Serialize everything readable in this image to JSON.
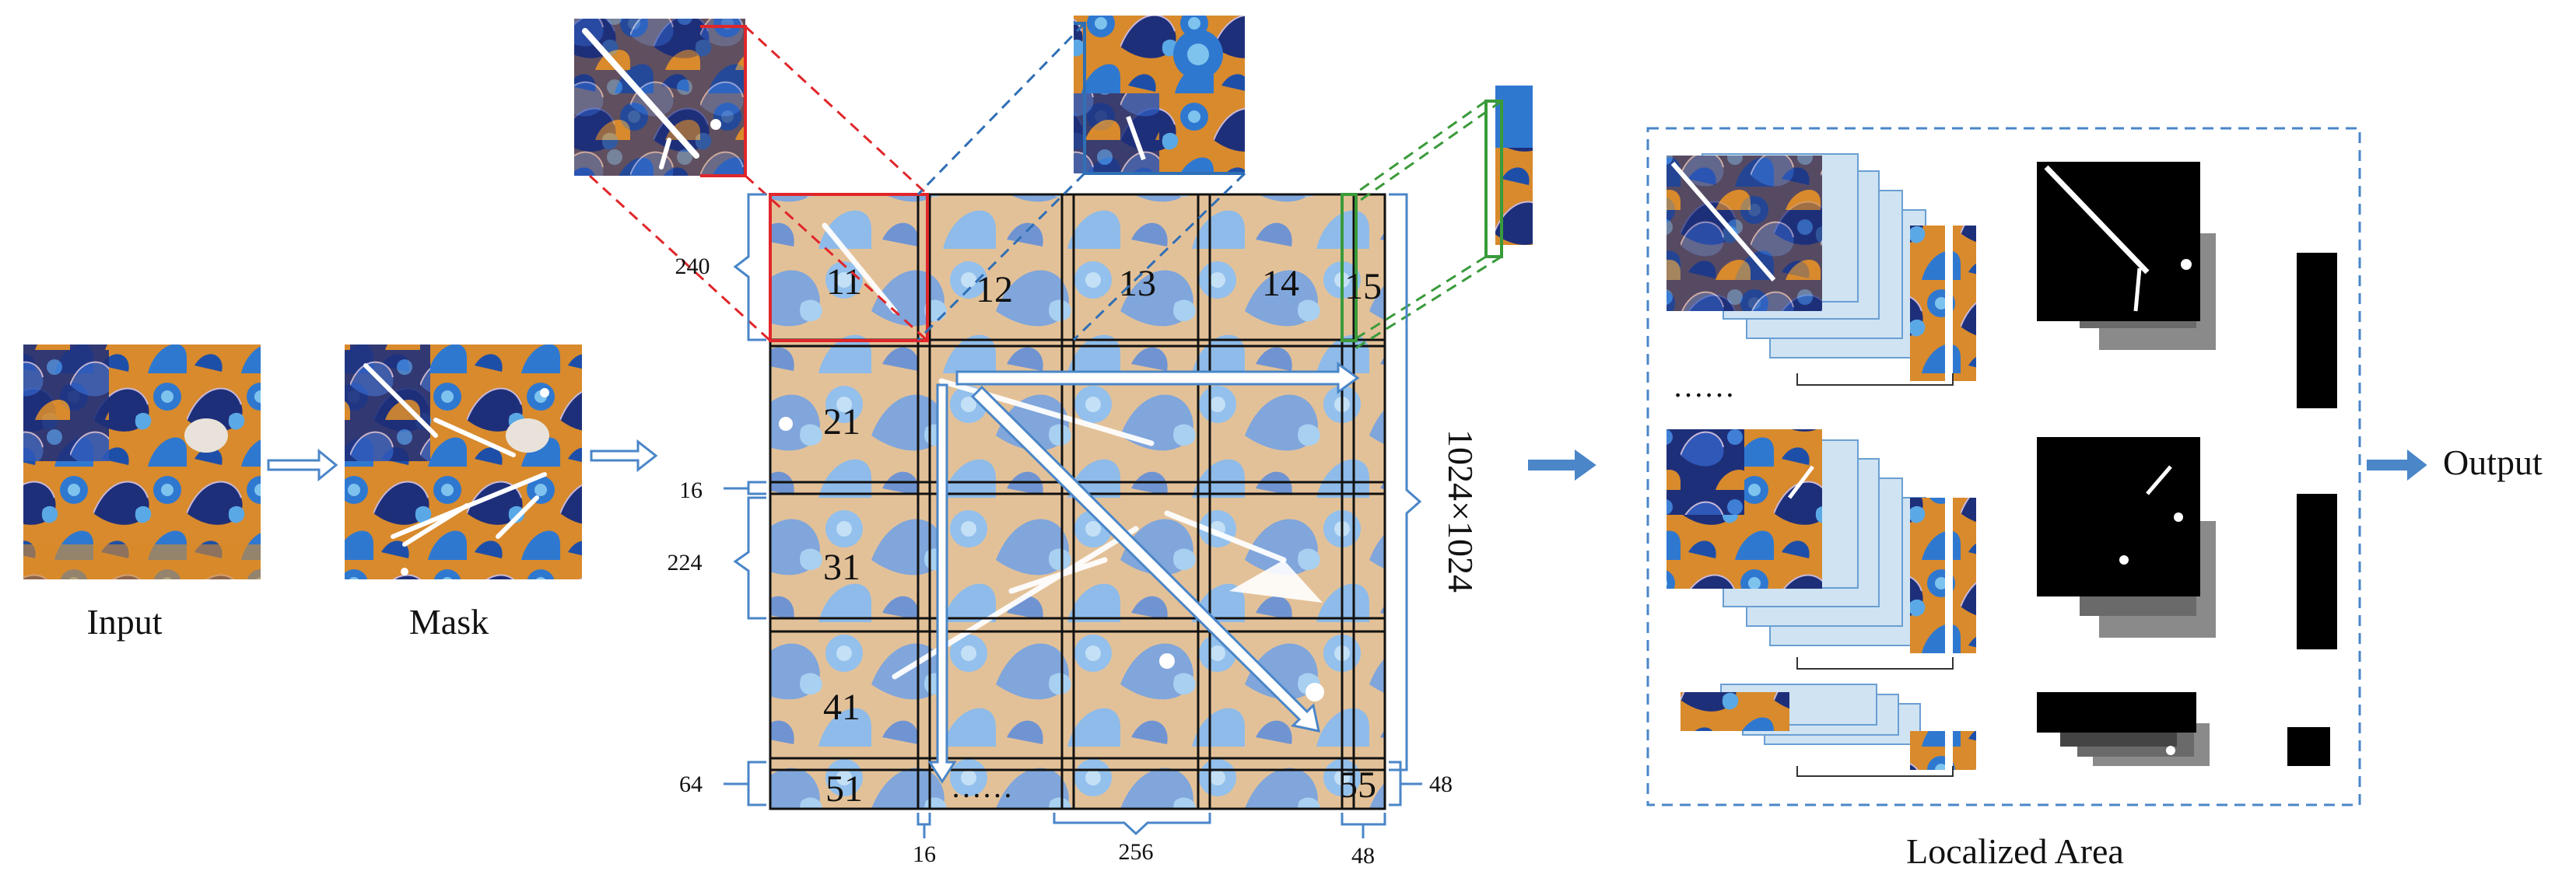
{
  "labels": {
    "input": "Input",
    "mask": "Mask",
    "output": "Output",
    "localized_area": "Localized Area",
    "size": "1024×1024",
    "ellipsis_grid": "……",
    "ellipsis_local": "……"
  },
  "grid": {
    "cells": [
      "11",
      "12",
      "13",
      "14",
      "15",
      "21",
      "31",
      "41",
      "51",
      "55"
    ]
  },
  "dimensions": {
    "d240": "240",
    "d16_left": "16",
    "d224": "224",
    "d64": "64",
    "d16_bottom": "16",
    "d256": "256",
    "d48_bottom": "48",
    "d48_right": "48"
  },
  "colors": {
    "arrow_blue": "#4a86c8",
    "crop_red": "#e0262a",
    "crop_blue": "#2f6fb5",
    "crop_green": "#3a9a3a",
    "embroidery_orange": "#d88a2c",
    "embroidery_navy": "#1e2f7a",
    "embroidery_blue": "#2f78d0",
    "tile_light_blue": "#cfe3f3"
  }
}
